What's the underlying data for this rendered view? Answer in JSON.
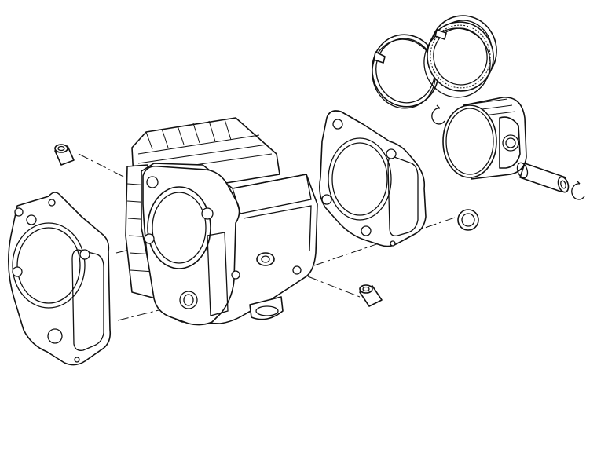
{
  "diagram": {
    "parts": [
      {
        "id": "head-gasket",
        "icon": "gasket-icon"
      },
      {
        "id": "dowel-pin-upper",
        "icon": "dowel-pin-icon"
      },
      {
        "id": "dowel-pin-lower",
        "icon": "dowel-pin-icon"
      },
      {
        "id": "cylinder-block",
        "icon": "cylinder-icon"
      },
      {
        "id": "base-gasket",
        "icon": "gasket-icon"
      },
      {
        "id": "o-ring",
        "icon": "ring-icon"
      },
      {
        "id": "piston-ring-top",
        "icon": "piston-ring-icon"
      },
      {
        "id": "piston-ring-oil",
        "icon": "piston-ring-icon"
      },
      {
        "id": "circlip-left",
        "icon": "circlip-icon"
      },
      {
        "id": "piston",
        "icon": "piston-icon"
      },
      {
        "id": "piston-pin",
        "icon": "pin-icon"
      },
      {
        "id": "circlip-right",
        "icon": "circlip-icon"
      }
    ],
    "colors": {
      "line": "#111111",
      "background": "#ffffff"
    }
  }
}
